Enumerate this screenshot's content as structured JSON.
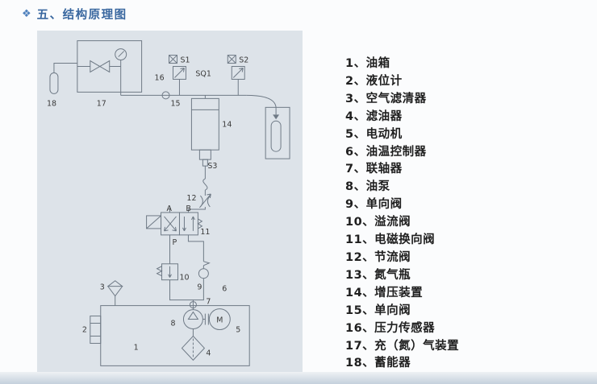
{
  "header": {
    "icon": "❖",
    "title": "五、结构原理图"
  },
  "legend": {
    "items": [
      "1、油箱",
      "2、液位计",
      "3、空气滤清器",
      "4、滤油器",
      "5、电动机",
      "6、油温控制器",
      "7、联轴器",
      "8、油泵",
      "9、单向阀",
      "10、溢流阀",
      "11、电磁换向阀",
      "12、节流阀",
      "13、氮气瓶",
      "14、增压装置",
      "15、单向阀",
      "16、压力传感器",
      "17、充（氮）气装置",
      "18、蓄能器"
    ]
  },
  "diagram": {
    "labels": {
      "s1": "S1",
      "s2": "S2",
      "sq1": "SQ1",
      "s3": "S3",
      "m": "M",
      "a": "A",
      "b": "B",
      "p": "P",
      "n1": "1",
      "n2": "2",
      "n3": "3",
      "n4": "4",
      "n5": "5",
      "n6": "6",
      "n7": "7",
      "n8": "8",
      "n9": "9",
      "n10": "10",
      "n11": "11",
      "n12": "12",
      "n14": "14",
      "n15": "15",
      "n16": "16",
      "n17": "17",
      "n18": "18"
    }
  },
  "colors": {
    "accent": "#39679f",
    "panel": "#dde3e9",
    "line": "#6f7a86"
  }
}
